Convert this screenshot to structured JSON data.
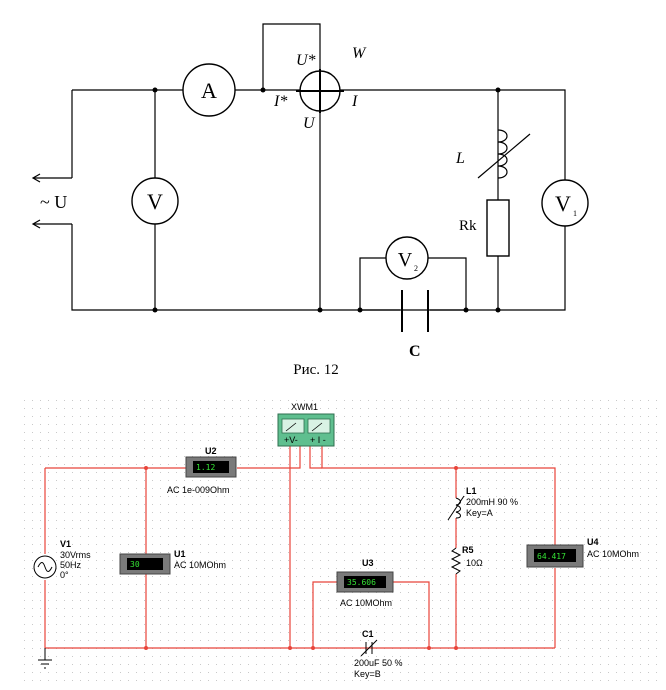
{
  "top_diagram": {
    "source_label": "~ U",
    "wattmeter": {
      "name": "W",
      "voltage_star": "U*",
      "current_star": "I*",
      "current": "I",
      "voltage": "U"
    },
    "inductor": "L",
    "resistor": "Rk",
    "capacitor": "C",
    "ammeter_symbol": "A",
    "voltmeter_symbol": "V",
    "v1_sub": "1",
    "v2_sub": "2",
    "caption": "Рис. 12"
  },
  "bottom_schematic": {
    "multimeter": {
      "ref": "XWM1",
      "v_label": "+V-",
      "i_label": "+ I -"
    },
    "v1": {
      "ref": "V1",
      "line1": "30Vrms",
      "line2": "50Hz",
      "line3": "0°"
    },
    "u2": {
      "ref": "U2",
      "reading": "1.12",
      "mode": "AC  1e-009Ohm"
    },
    "u1": {
      "ref": "U1",
      "reading": "30",
      "mode": "AC  10MOhm"
    },
    "u3": {
      "ref": "U3",
      "reading": "35.606",
      "mode": "AC  10MOhm"
    },
    "u4": {
      "ref": "U4",
      "reading": "64.417",
      "mode": "AC  10MOhm"
    },
    "l1": {
      "ref": "L1",
      "value": "200mH   90 %",
      "key": "Key=A"
    },
    "r5": {
      "ref": "R5",
      "value": "10Ω"
    },
    "c1": {
      "ref": "C1",
      "value": "200uF   50 %",
      "key": "Key=B"
    }
  },
  "colors": {
    "wire_red": "#e8443a",
    "meter_green": "#35e335",
    "meter_grey": "#7a7a7a",
    "multimeter_green": "#5fbf8f"
  }
}
